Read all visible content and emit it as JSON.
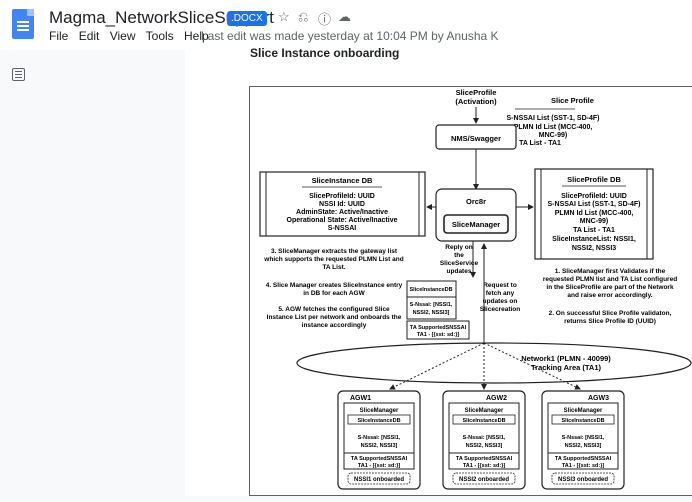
{
  "doc": {
    "title": "Magma_NetworkSliceSupport",
    "badge": ".DOCX",
    "last_edit": "Last edit was made yesterday at 10:04 PM by Anusha K"
  },
  "menu": [
    "File",
    "Edit",
    "View",
    "Tools",
    "Help"
  ],
  "heading": "Slice Instance onboarding",
  "diagram": {
    "slice_profile_activation": [
      "SliceProfile",
      "(Activation)"
    ],
    "slice_profile_title": "Slice Profile",
    "slice_profile_details": [
      "S-NSSAI List (SST-1, SD-4F)",
      "PLMN Id List (MCC-400,",
      "MNC-99)",
      "TA List - TA1"
    ],
    "nms": "NMS/Swagger",
    "sliceinstance_db": {
      "title": "SliceInstance DB",
      "lines": [
        "SliceProfileId: UUID",
        "NSSI Id: UUID",
        "AdminState: Active/Inactive",
        "Operational State: Active/Inactive",
        "S-NSSAI"
      ]
    },
    "orc8r": "Orc8r",
    "slice_manager": "SliceManager",
    "sliceprofile_db": {
      "title": "SliceProfile DB",
      "lines": [
        "SliceProfileId: UUID",
        "S-NSSAI List (SST-1, SD-4F)",
        "PLMN Id List (MCC-400,",
        "MNC-99)",
        "TA List - TA1",
        "SliceInstanceList: NSSI1,",
        "NSSI2, NSSI3"
      ]
    },
    "reply_note": [
      "Reply on",
      "the",
      "SliceService",
      "updates"
    ],
    "request_note": [
      "Request to",
      "fetch any",
      "updates on",
      "Slicecreation"
    ],
    "left_notes": [
      [
        "3. SliceManager extracts the gateway list",
        "which supports the requested PLMN List and",
        "TA List."
      ],
      [
        "4. Slice Manager creates SliceInstance entry",
        "in DB for each AGW"
      ],
      [
        "5. AGW fetches the configured Slice",
        "Instance List per network and onboards the",
        "instance accordingly"
      ]
    ],
    "right_notes": [
      [
        "1. SliceManager first Validates if the",
        "requested PLMN list and TA List configured",
        "in the SliceProfile are part of the Network",
        "and raise error accordingly."
      ],
      [
        "2. On successful Slice Profile validaton,",
        "returns Slice Profile ID (UUID)"
      ]
    ],
    "mid_box": {
      "db": "SliceInstanceDB",
      "nssai": [
        "S-Nssai: [NSSI1,",
        "NSSI2, NSSI3]"
      ],
      "ta": [
        "TA SupportedSNSSAI",
        "TA1 - [{sst: sd:}]"
      ]
    },
    "network": [
      "Network1 (PLMN - 40099)",
      "Tracking Area (TA1)"
    ],
    "agws": [
      {
        "name": "AGW1",
        "onboarded": "NSSI1 onboarded"
      },
      {
        "name": "AGW2",
        "onboarded": "NSSI2 onboarded"
      },
      {
        "name": "AGW3",
        "onboarded": "NSSI3 onboarded"
      }
    ],
    "agw_common": {
      "manager": "SliceManager",
      "db": "SliceInstanceDB",
      "nssai": [
        "S-Nssai: [NSSI1,",
        "NSSI2, NSSI3]"
      ],
      "ta": [
        "TA SupportedSNSSAI",
        "TA1 - [{sst: sd:}]"
      ]
    }
  },
  "icons": [
    "docs-logo-icon",
    "star-icon",
    "move-icon",
    "info-icon",
    "cloud-icon",
    "outline-icon"
  ]
}
